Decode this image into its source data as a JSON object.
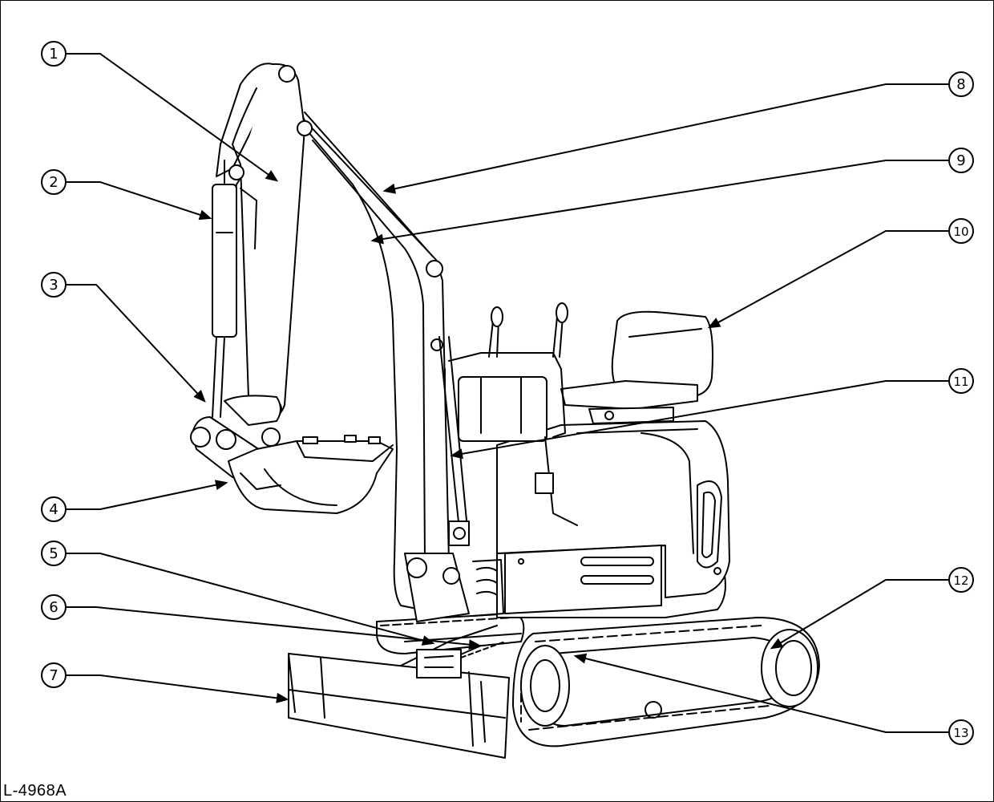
{
  "figure": {
    "id_label": "L-4968A",
    "callouts": [
      {
        "number": "1"
      },
      {
        "number": "2"
      },
      {
        "number": "3"
      },
      {
        "number": "4"
      },
      {
        "number": "5"
      },
      {
        "number": "6"
      },
      {
        "number": "7"
      },
      {
        "number": "8"
      },
      {
        "number": "9"
      },
      {
        "number": "10"
      },
      {
        "number": "11"
      },
      {
        "number": "12"
      },
      {
        "number": "13"
      }
    ]
  }
}
